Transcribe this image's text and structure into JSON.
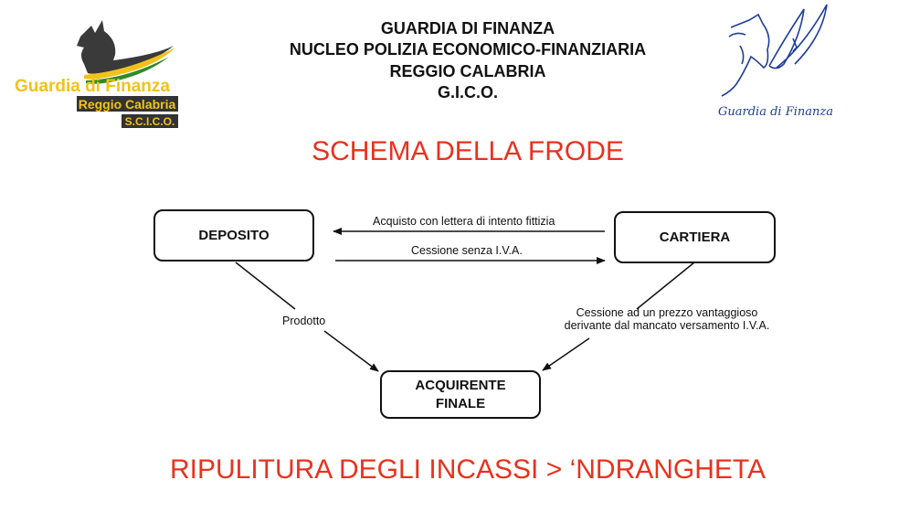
{
  "header": {
    "lines": [
      "GUARDIA DI FINANZA",
      "NUCLEO POLIZIA ECONOMICO-FINANZIARIA",
      "REGGIO CALABRIA",
      "G.I.C.O."
    ]
  },
  "logo_left": {
    "text": "Guardia di Finanza",
    "sub1": "Reggio Calabria",
    "sub2": "S.C.I.C.O."
  },
  "logo_right": {
    "text": "Guardia di Finanza"
  },
  "title": "SCHEMA DELLA FRODE",
  "nodes": {
    "deposito": "DEPOSITO",
    "cartiera": "CARTIERA",
    "acquirente_1": "ACQUIRENTE",
    "acquirente_2": "FINALE"
  },
  "edges": {
    "cartiera_to_deposito": "Acquisto con lettera di intento fittizia",
    "deposito_to_cartiera": "Cessione senza I.V.A.",
    "deposito_to_acquirente": "Prodotto",
    "cartiera_to_acquirente_1": "Cessione ad un prezzo vantaggioso",
    "cartiera_to_acquirente_2": "derivante dal mancato versamento I.V.A."
  },
  "footer": "RIPULITURA DEGLI INCASSI > ‘NDRANGHETA",
  "colors": {
    "accent": "#e8321e",
    "logo_yellow": "#f2c21a",
    "logo_blue": "#1e3d9c"
  }
}
